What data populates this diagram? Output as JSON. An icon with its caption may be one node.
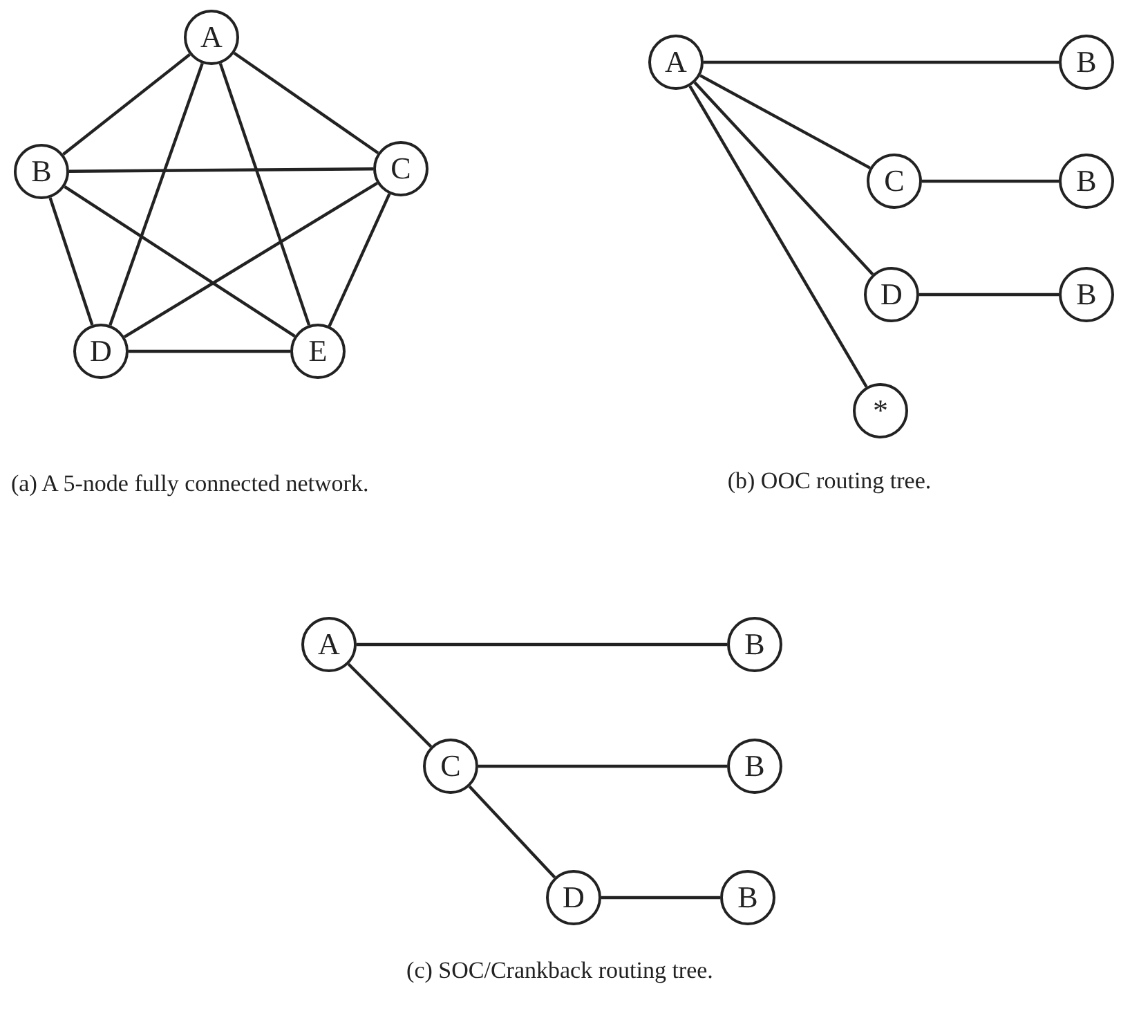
{
  "diagram": {
    "nodes": [
      {
        "text": [
          "A"
        ]
      },
      {
        "text": [
          "B"
        ]
      },
      {
        "text": [
          "C"
        ]
      },
      {
        "text": [
          "D"
        ]
      },
      {
        "text": [
          "E"
        ]
      },
      {
        "text": [
          "A"
        ]
      },
      {
        "text": [
          "B"
        ]
      },
      {
        "text": [
          "C"
        ]
      },
      {
        "text": [
          "B"
        ]
      },
      {
        "text": [
          "D"
        ]
      },
      {
        "text": [
          "B"
        ]
      },
      {
        "text": [
          "*"
        ]
      },
      {
        "text": [
          "A"
        ]
      },
      {
        "text": [
          "B"
        ]
      },
      {
        "text": [
          "C"
        ]
      },
      {
        "text": [
          "B"
        ]
      },
      {
        "text": [
          "D"
        ]
      },
      {
        "text": [
          "B"
        ]
      }
    ],
    "edges": [
      {
        "from": 0,
        "to": 1,
        "arrow": "none"
      },
      {
        "from": 0,
        "to": 2,
        "arrow": "none"
      },
      {
        "from": 0,
        "to": 3,
        "arrow": "none"
      },
      {
        "from": 0,
        "to": 4,
        "arrow": "none"
      },
      {
        "from": 1,
        "to": 2,
        "arrow": "none"
      },
      {
        "from": 1,
        "to": 3,
        "arrow": "none"
      },
      {
        "from": 1,
        "to": 4,
        "arrow": "none"
      },
      {
        "from": 2,
        "to": 3,
        "arrow": "none"
      },
      {
        "from": 2,
        "to": 4,
        "arrow": "none"
      },
      {
        "from": 3,
        "to": 4,
        "arrow": "none"
      },
      {
        "from": 5,
        "to": 6,
        "arrow": "none"
      },
      {
        "from": 5,
        "to": 7,
        "arrow": "none"
      },
      {
        "from": 5,
        "to": 9,
        "arrow": "none"
      },
      {
        "from": 5,
        "to": 11,
        "arrow": "none"
      },
      {
        "from": 7,
        "to": 8,
        "arrow": "none"
      },
      {
        "from": 9,
        "to": 10,
        "arrow": "none"
      },
      {
        "from": 12,
        "to": 13,
        "arrow": "none"
      },
      {
        "from": 12,
        "to": 14,
        "arrow": "none"
      },
      {
        "from": 14,
        "to": 15,
        "arrow": "none"
      },
      {
        "from": 14,
        "to": 16,
        "arrow": "none"
      },
      {
        "from": 16,
        "to": 17,
        "arrow": "none"
      }
    ],
    "labels": [
      "(a) A 5-node fully connected network.",
      "(b) OOC routing tree.",
      "(c) SOC/Crankback routing tree."
    ]
  }
}
